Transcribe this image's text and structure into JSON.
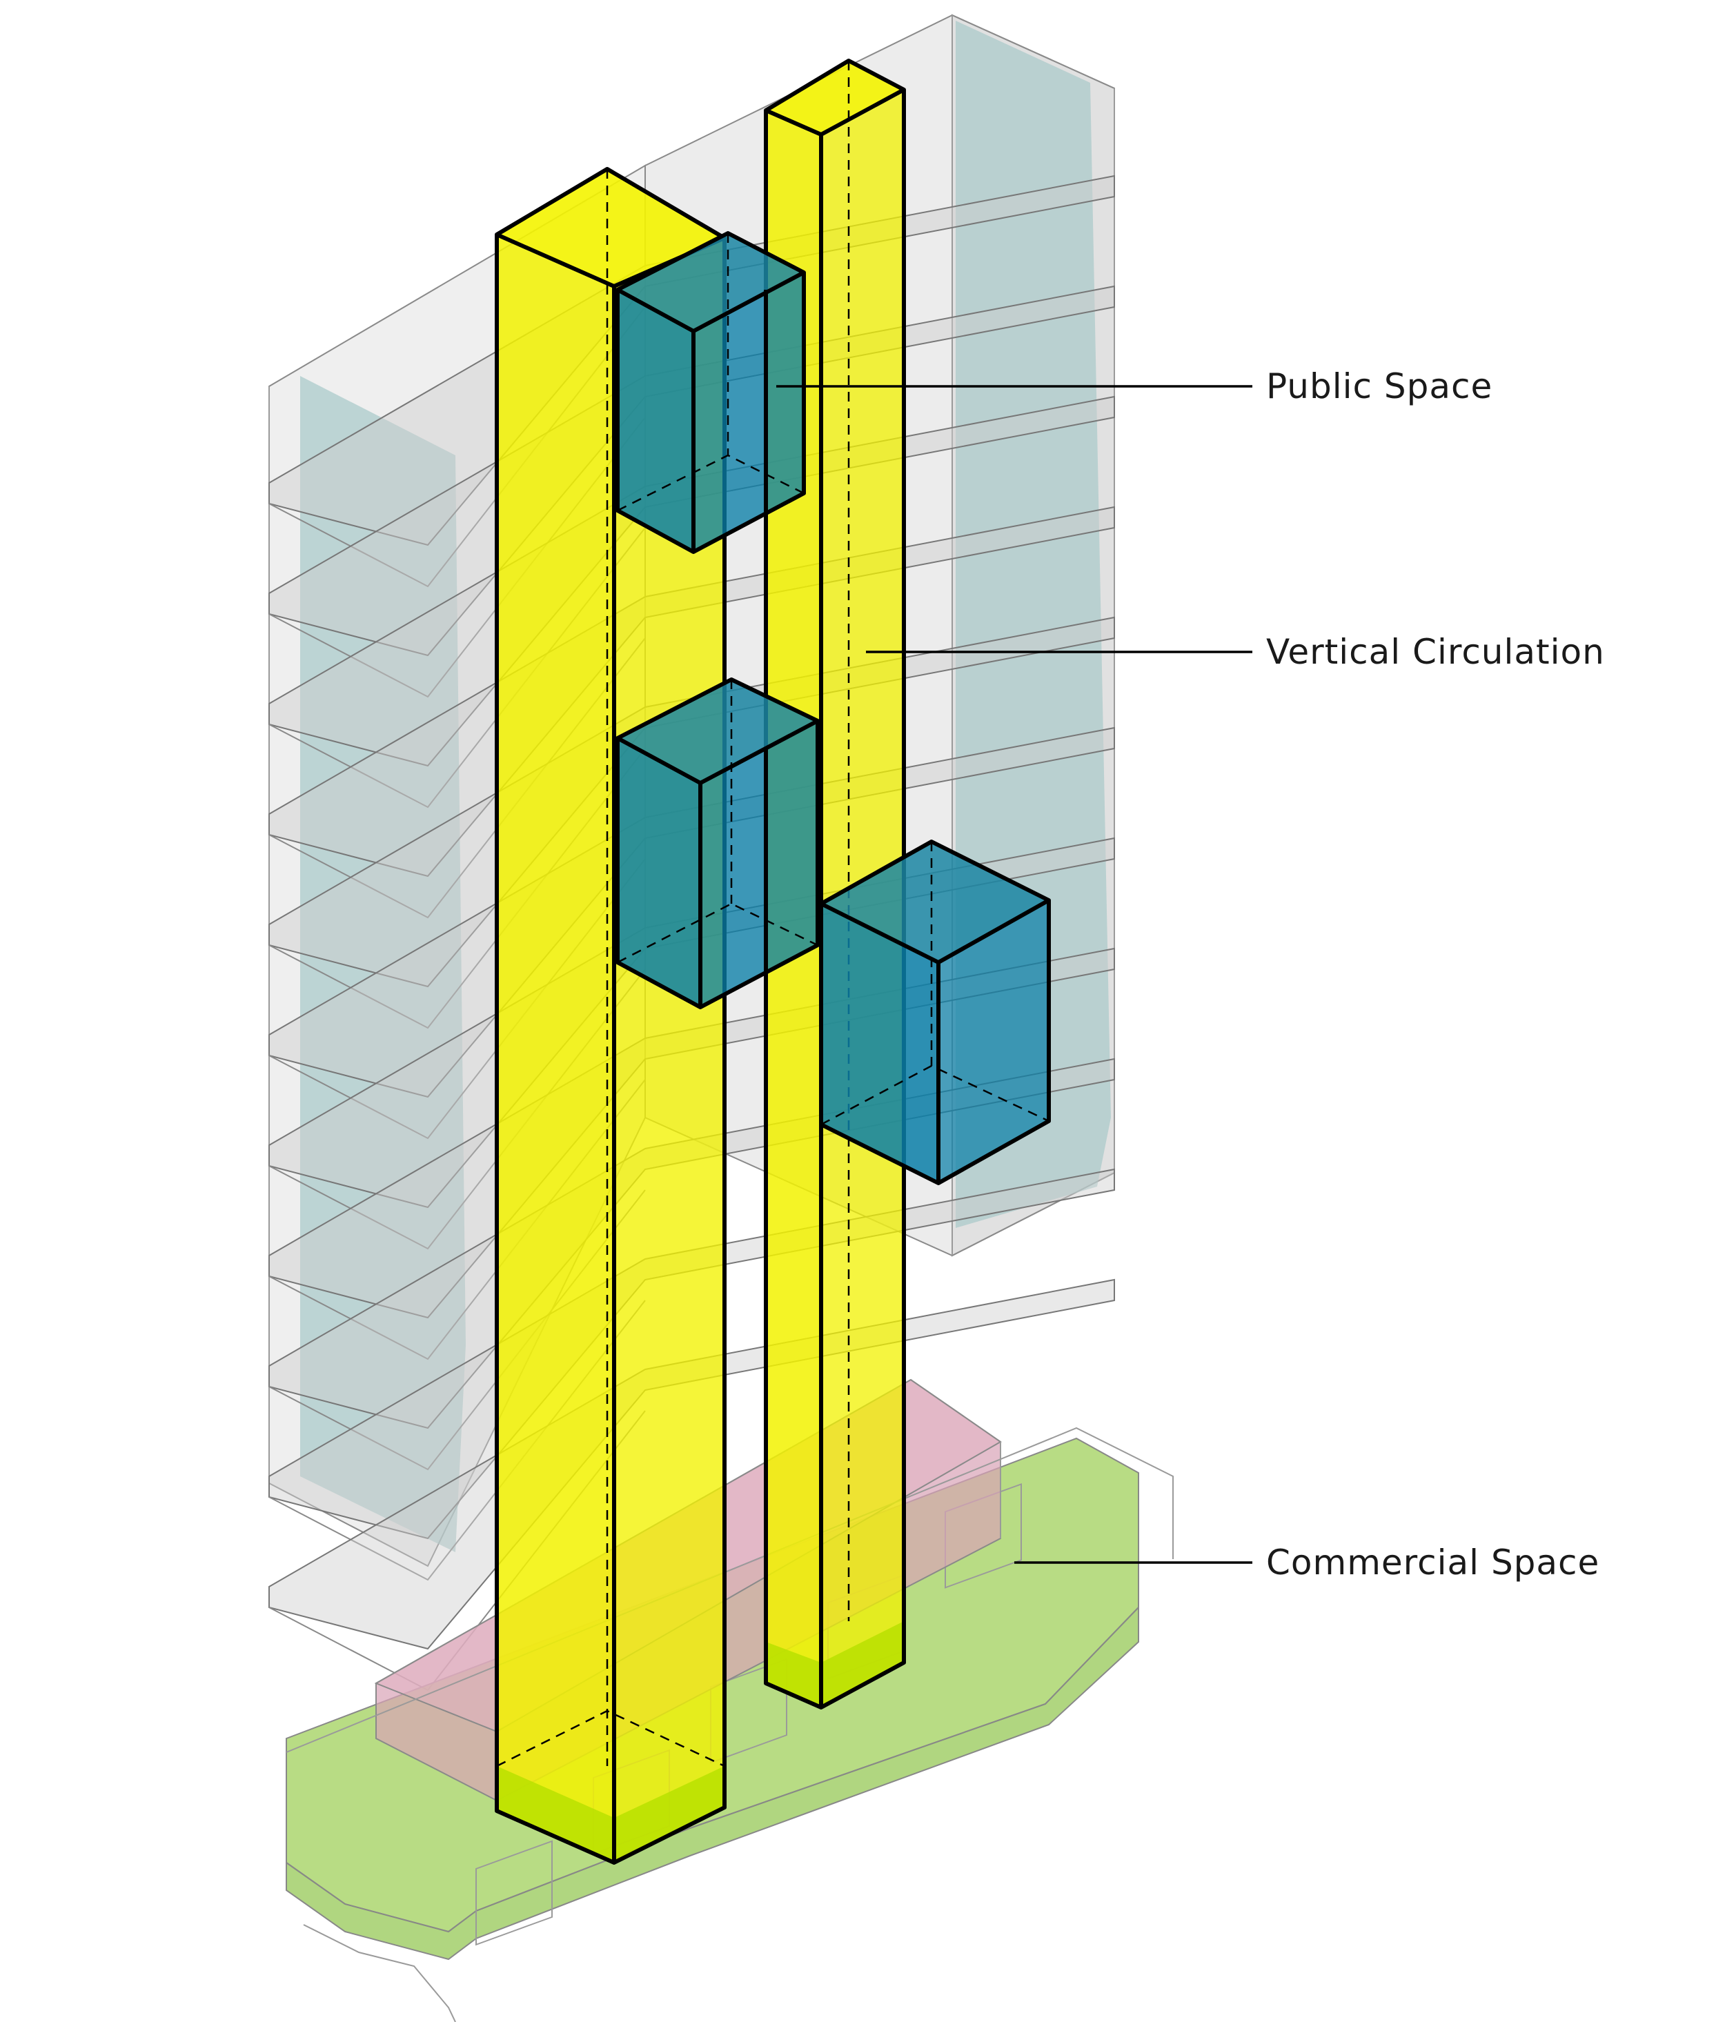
{
  "labels": {
    "public_space": "Public Space",
    "vertical_circulation": "Vertical Circulation",
    "commercial_space": "Commercial Space"
  },
  "colors": {
    "public_space": "#0a7fa8",
    "vertical_circulation": "#f2f200",
    "commercial_space": "#9ccf55",
    "commercial_upper": "#d9a3b6",
    "facade_glass": "#9fc4c4",
    "building_mass": "#d6d6d6",
    "leader_line": "#000000"
  }
}
